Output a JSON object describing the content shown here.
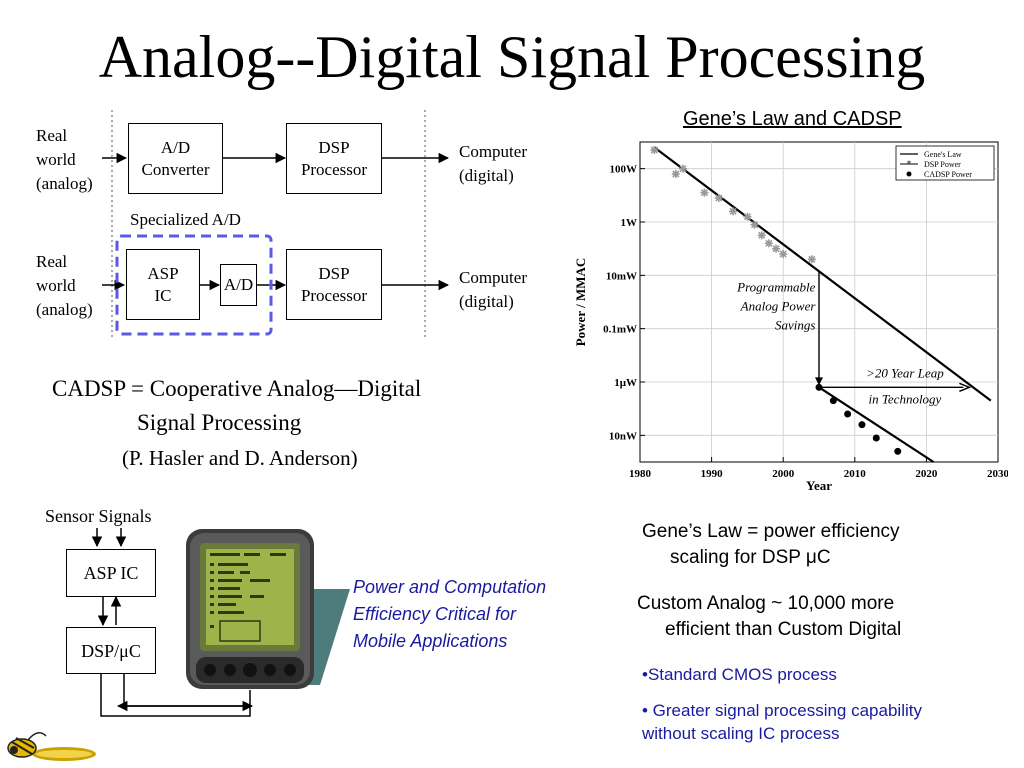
{
  "title": "Analog--Digital Signal Processing",
  "top_diagram": {
    "row1": {
      "input_label": "Real\nworld\n(analog)",
      "ad_box": "A/D\nConverter",
      "dsp_box": "DSP\nProcessor",
      "output_label": "Computer\n(digital)"
    },
    "specialized_label": "Specialized A/D",
    "row2": {
      "input_label": "Real\nworld\n(analog)",
      "asp_box": "ASP\nIC",
      "ad_box": "A/D",
      "dsp_box": "DSP\nProcessor",
      "output_label": "Computer\n(digital)"
    }
  },
  "cadsp": {
    "line1": "CADSP = Cooperative Analog—Digital",
    "line2": "Signal Processing",
    "citation": "(P. Hasler and D. Anderson)"
  },
  "bottom_diagram": {
    "sensor_label": "Sensor Signals",
    "asp_box": "ASP IC",
    "dsp_box": "DSP/μC",
    "caption_line1": "Power and Computation",
    "caption_line2": "Efficiency Critical for",
    "caption_line3": "Mobile Applications",
    "caption_color": "#1a1aa0"
  },
  "chart_heading": "Gene’s Law and CADSP",
  "chart_data": {
    "type": "scatter",
    "xlabel": "Year",
    "ylabel": "Power / MMAC",
    "x_ticks": [
      1980,
      1990,
      2000,
      2010,
      2020,
      2030
    ],
    "y_ticks": [
      "100W",
      "1W",
      "10mW",
      "0.1mW",
      "1μW",
      "10nW"
    ],
    "y_log_exponents": [
      2,
      0,
      -2,
      -4,
      -6,
      -8
    ],
    "xlim": [
      1980,
      2030
    ],
    "ylim_log": [
      -9,
      3
    ],
    "grid": true,
    "legend_position": "top-right",
    "legend": [
      "Gene's Law",
      "DSP Power",
      "CADSP Power"
    ],
    "series": [
      {
        "name": "Gene's Law",
        "style": "line",
        "x": [
          1982,
          2029
        ],
        "y_log": [
          2.8,
          -6.7
        ]
      },
      {
        "name": "DSP Power",
        "style": "asterisk",
        "x": [
          1982,
          1985,
          1986,
          1989,
          1991,
          1993,
          1995,
          1996,
          1997,
          1998,
          1999,
          2000,
          2004
        ],
        "y_log": [
          2.7,
          1.8,
          2.0,
          1.1,
          0.9,
          0.4,
          0.2,
          -0.1,
          -0.5,
          -0.8,
          -1.0,
          -1.2,
          -1.4
        ]
      },
      {
        "name": "CADSP Power",
        "style": "dot",
        "x": [
          2005,
          2007,
          2009,
          2011,
          2013,
          2016
        ],
        "y_log": [
          -6.2,
          -6.7,
          -7.2,
          -7.6,
          -8.1,
          -8.6
        ]
      },
      {
        "name": "CADSP trend",
        "style": "line",
        "x": [
          2005,
          2021
        ],
        "y_log": [
          -6.2,
          -9.0
        ]
      }
    ],
    "annotations": {
      "savings": "Programmable\nAnalog Power\nSavings",
      "leap_line1": ">20 Year Leap",
      "leap_line2": "in Technology"
    }
  },
  "right_notes": {
    "genes_law_line1": "Gene’s Law = power efficiency",
    "genes_law_line2": "scaling for DSP μC",
    "custom_line1": "Custom Analog ~ 10,000 more",
    "custom_line2": "efficient than Custom Digital",
    "bullet1": "•Standard CMOS process",
    "bullet2": "• Greater signal processing capability",
    "bullet3": "without scaling IC process",
    "bullet_color": "#1a1aa0"
  }
}
